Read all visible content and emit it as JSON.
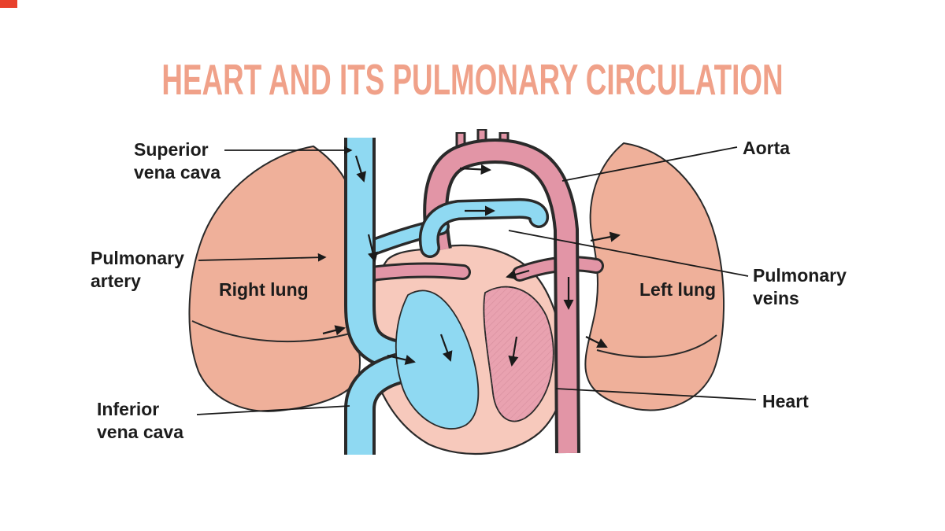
{
  "title": "HEART AND ITS PULMONARY CIRCULATION",
  "labels": {
    "superior_vena_cava": "Superior\nvena cava",
    "pulmonary_artery": "Pulmonary\nartery",
    "inferior_vena_cava": "Inferior\nvena cava",
    "right_lung": "Right lung",
    "left_lung": "Left lung",
    "aorta": "Aorta",
    "pulmonary_veins": "Pulmonary\nveins",
    "heart": "Heart"
  },
  "colors": {
    "title": "#f0a189",
    "lung": "#efb09a",
    "heart": "#f7c9bc",
    "oxygenated_pink": "#e295a6",
    "deoxygenated_blue": "#8fd9f2",
    "ventricle_rose": "#e9a2b0",
    "outline": "#2a2a2a",
    "background": "#ffffff"
  }
}
